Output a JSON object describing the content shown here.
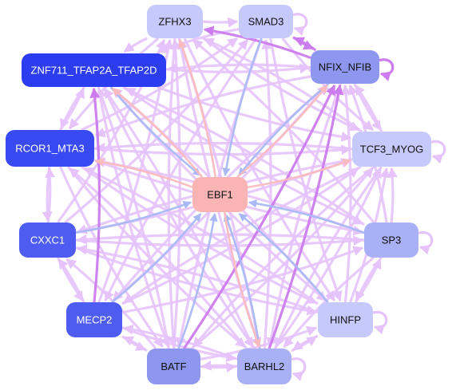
{
  "colors": {
    "edge_default": "#e6c3fb",
    "edge_strong": "#cc7cee",
    "edge_blue": "#a9b9f4",
    "edge_pink": "#fbbbbe",
    "text_dark": "#111111",
    "text_light": "#ffffff"
  },
  "nodes": [
    {
      "id": "ZFHX3",
      "label": "ZFHX3",
      "fill": "#c6c9fb",
      "text": "dark"
    },
    {
      "id": "SMAD3",
      "label": "SMAD3",
      "fill": "#c6c9fb",
      "text": "dark"
    },
    {
      "id": "ZNF711",
      "label": "ZNF711_TFAP2A_TFAP2D",
      "fill": "#2c3cf0",
      "text": "light"
    },
    {
      "id": "NFIX",
      "label": "NFIX_NFIB",
      "fill": "#8e97ef",
      "text": "dark"
    },
    {
      "id": "RCOR1",
      "label": "RCOR1_MTA3",
      "fill": "#3a4af2",
      "text": "light"
    },
    {
      "id": "TCF3",
      "label": "TCF3_MYOG",
      "fill": "#c6c9fb",
      "text": "dark"
    },
    {
      "id": "EBF1",
      "label": "EBF1",
      "fill": "#fbb4b4",
      "text": "dark"
    },
    {
      "id": "CXXC1",
      "label": "CXXC1",
      "fill": "#4f5cf2",
      "text": "light"
    },
    {
      "id": "SP3",
      "label": "SP3",
      "fill": "#a9b0f6",
      "text": "dark"
    },
    {
      "id": "MECP2",
      "label": "MECP2",
      "fill": "#4f5cf2",
      "text": "light"
    },
    {
      "id": "HINFP",
      "label": "HINFP",
      "fill": "#c6c9fb",
      "text": "dark"
    },
    {
      "id": "BATF",
      "label": "BATF",
      "fill": "#8e97ef",
      "text": "dark"
    },
    {
      "id": "BARHL2",
      "label": "BARHL2",
      "fill": "#a9b0f6",
      "text": "dark"
    }
  ],
  "edges": [
    {
      "from": "EBF1",
      "to": "ZFHX3",
      "kind": "pink"
    },
    {
      "from": "EBF1",
      "to": "ZNF711",
      "kind": "pink"
    },
    {
      "from": "EBF1",
      "to": "RCOR1",
      "kind": "pink"
    },
    {
      "from": "EBF1",
      "to": "NFIX",
      "kind": "pink"
    },
    {
      "from": "EBF1",
      "to": "TCF3",
      "kind": "pink"
    },
    {
      "from": "EBF1",
      "to": "BARHL2",
      "kind": "pink"
    },
    {
      "from": "ZNF711",
      "to": "EBF1",
      "kind": "blue"
    },
    {
      "from": "SMAD3",
      "to": "EBF1",
      "kind": "blue"
    },
    {
      "from": "NFIX",
      "to": "EBF1",
      "kind": "blue"
    },
    {
      "from": "CXXC1",
      "to": "EBF1",
      "kind": "blue"
    },
    {
      "from": "MECP2",
      "to": "EBF1",
      "kind": "blue"
    },
    {
      "from": "BATF",
      "to": "EBF1",
      "kind": "blue"
    },
    {
      "from": "BARHL2",
      "to": "EBF1",
      "kind": "blue"
    },
    {
      "from": "SP3",
      "to": "EBF1",
      "kind": "blue"
    },
    {
      "from": "HINFP",
      "to": "EBF1",
      "kind": "blue"
    },
    {
      "from": "NFIX",
      "to": "ZFHX3",
      "kind": "strong"
    },
    {
      "from": "BATF",
      "to": "NFIX",
      "kind": "strong"
    },
    {
      "from": "BARHL2",
      "to": "NFIX",
      "kind": "strong"
    },
    {
      "from": "SMAD3",
      "to": "NFIX",
      "kind": "strong"
    },
    {
      "from": "NFIX",
      "to": "SMAD3",
      "kind": "strong"
    },
    {
      "from": "MECP2",
      "to": "ZNF711",
      "kind": "strong"
    },
    {
      "from": "ZFHX3",
      "to": "ZNF711",
      "kind": "default"
    },
    {
      "from": "ZFHX3",
      "to": "RCOR1",
      "kind": "default"
    },
    {
      "from": "ZFHX3",
      "to": "TCF3",
      "kind": "default"
    },
    {
      "from": "ZFHX3",
      "to": "HINFP",
      "kind": "default"
    },
    {
      "from": "ZFHX3",
      "to": "BATF",
      "kind": "default"
    },
    {
      "from": "ZFHX3",
      "to": "BARHL2",
      "kind": "default"
    },
    {
      "from": "ZFHX3",
      "to": "SMAD3",
      "kind": "default"
    },
    {
      "from": "SMAD3",
      "to": "ZNF711",
      "kind": "default"
    },
    {
      "from": "SMAD3",
      "to": "TCF3",
      "kind": "default"
    },
    {
      "from": "SMAD3",
      "to": "BATF",
      "kind": "default"
    },
    {
      "from": "SMAD3",
      "to": "MECP2",
      "kind": "default"
    },
    {
      "from": "SMAD3",
      "to": "HINFP",
      "kind": "default"
    },
    {
      "from": "ZNF711",
      "to": "RCOR1",
      "kind": "default"
    },
    {
      "from": "RCOR1",
      "to": "ZNF711",
      "kind": "default"
    },
    {
      "from": "ZNF711",
      "to": "TCF3",
      "kind": "default"
    },
    {
      "from": "ZNF711",
      "to": "HINFP",
      "kind": "default"
    },
    {
      "from": "ZNF711",
      "to": "BARHL2",
      "kind": "default"
    },
    {
      "from": "ZNF711",
      "to": "BATF",
      "kind": "default"
    },
    {
      "from": "ZNF711",
      "to": "SP3",
      "kind": "default"
    },
    {
      "from": "ZNF711",
      "to": "NFIX",
      "kind": "default"
    },
    {
      "from": "NFIX",
      "to": "TCF3",
      "kind": "default"
    },
    {
      "from": "NFIX",
      "to": "RCOR1",
      "kind": "default"
    },
    {
      "from": "NFIX",
      "to": "MECP2",
      "kind": "default"
    },
    {
      "from": "NFIX",
      "to": "BARHL2",
      "kind": "default"
    },
    {
      "from": "NFIX",
      "to": "ZNF711",
      "kind": "default"
    },
    {
      "from": "RCOR1",
      "to": "TCF3",
      "kind": "default"
    },
    {
      "from": "RCOR1",
      "to": "CXXC1",
      "kind": "default"
    },
    {
      "from": "CXXC1",
      "to": "RCOR1",
      "kind": "default"
    },
    {
      "from": "RCOR1",
      "to": "HINFP",
      "kind": "default"
    },
    {
      "from": "RCOR1",
      "to": "BARHL2",
      "kind": "default"
    },
    {
      "from": "RCOR1",
      "to": "BATF",
      "kind": "default"
    },
    {
      "from": "RCOR1",
      "to": "SP3",
      "kind": "default"
    },
    {
      "from": "RCOR1",
      "to": "SMAD3",
      "kind": "default"
    },
    {
      "from": "TCF3",
      "to": "RCOR1",
      "kind": "default"
    },
    {
      "from": "TCF3",
      "to": "ZFHX3",
      "kind": "default"
    },
    {
      "from": "TCF3",
      "to": "CXXC1",
      "kind": "default"
    },
    {
      "from": "TCF3",
      "to": "MECP2",
      "kind": "default"
    },
    {
      "from": "TCF3",
      "to": "BARHL2",
      "kind": "default"
    },
    {
      "from": "TCF3",
      "to": "BATF",
      "kind": "default"
    },
    {
      "from": "TCF3",
      "to": "NFIX",
      "kind": "default"
    },
    {
      "from": "CXXC1",
      "to": "TCF3",
      "kind": "default"
    },
    {
      "from": "CXXC1",
      "to": "MECP2",
      "kind": "default"
    },
    {
      "from": "CXXC1",
      "to": "HINFP",
      "kind": "default"
    },
    {
      "from": "CXXC1",
      "to": "ZFHX3",
      "kind": "default"
    },
    {
      "from": "CXXC1",
      "to": "SMAD3",
      "kind": "default"
    },
    {
      "from": "CXXC1",
      "to": "SP3",
      "kind": "default"
    },
    {
      "from": "MECP2",
      "to": "CXXC1",
      "kind": "default"
    },
    {
      "from": "MECP2",
      "to": "BATF",
      "kind": "default"
    },
    {
      "from": "MECP2",
      "to": "BARHL2",
      "kind": "default"
    },
    {
      "from": "MECP2",
      "to": "TCF3",
      "kind": "default"
    },
    {
      "from": "MECP2",
      "to": "ZFHX3",
      "kind": "default"
    },
    {
      "from": "MECP2",
      "to": "NFIX",
      "kind": "default"
    },
    {
      "from": "MECP2",
      "to": "SP3",
      "kind": "default"
    },
    {
      "from": "SP3",
      "to": "TCF3",
      "kind": "default"
    },
    {
      "from": "SP3",
      "to": "HINFP",
      "kind": "default"
    },
    {
      "from": "SP3",
      "to": "ZFHX3",
      "kind": "default"
    },
    {
      "from": "SP3",
      "to": "RCOR1",
      "kind": "default"
    },
    {
      "from": "SP3",
      "to": "CXXC1",
      "kind": "default"
    },
    {
      "from": "SP3",
      "to": "NFIX",
      "kind": "default"
    },
    {
      "from": "SP3",
      "to": "BARHL2",
      "kind": "default"
    },
    {
      "from": "SP3",
      "to": "ZNF711",
      "kind": "default"
    },
    {
      "from": "HINFP",
      "to": "SP3",
      "kind": "default"
    },
    {
      "from": "HINFP",
      "to": "BARHL2",
      "kind": "default"
    },
    {
      "from": "HINFP",
      "to": "TCF3",
      "kind": "default"
    },
    {
      "from": "HINFP",
      "to": "NFIX",
      "kind": "default"
    },
    {
      "from": "HINFP",
      "to": "ZNF711",
      "kind": "default"
    },
    {
      "from": "HINFP",
      "to": "RCOR1",
      "kind": "default"
    },
    {
      "from": "HINFP",
      "to": "CXXC1",
      "kind": "default"
    },
    {
      "from": "BATF",
      "to": "BARHL2",
      "kind": "default"
    },
    {
      "from": "BATF",
      "to": "MECP2",
      "kind": "default"
    },
    {
      "from": "BATF",
      "to": "ZFHX3",
      "kind": "default"
    },
    {
      "from": "BATF",
      "to": "ZNF711",
      "kind": "default"
    },
    {
      "from": "BATF",
      "to": "CXXC1",
      "kind": "default"
    },
    {
      "from": "BATF",
      "to": "TCF3",
      "kind": "default"
    },
    {
      "from": "BATF",
      "to": "HINFP",
      "kind": "default"
    },
    {
      "from": "BARHL2",
      "to": "BATF",
      "kind": "default"
    },
    {
      "from": "BARHL2",
      "to": "HINFP",
      "kind": "default"
    },
    {
      "from": "BARHL2",
      "to": "ZFHX3",
      "kind": "default"
    },
    {
      "from": "BARHL2",
      "to": "ZNF711",
      "kind": "default"
    },
    {
      "from": "BARHL2",
      "to": "RCOR1",
      "kind": "default"
    },
    {
      "from": "BARHL2",
      "to": "MECP2",
      "kind": "default"
    },
    {
      "from": "BARHL2",
      "to": "SMAD3",
      "kind": "default"
    },
    {
      "from": "BARHL2",
      "to": "TCF3",
      "kind": "default"
    }
  ],
  "self_loops": [
    {
      "node": "NFIX",
      "side": "right",
      "kind": "strong"
    },
    {
      "node": "SMAD3",
      "side": "right",
      "kind": "default"
    },
    {
      "node": "TCF3",
      "side": "right",
      "kind": "default"
    },
    {
      "node": "SP3",
      "side": "right",
      "kind": "default"
    },
    {
      "node": "HINFP",
      "side": "right",
      "kind": "default"
    },
    {
      "node": "BARHL2",
      "side": "right",
      "kind": "default"
    }
  ]
}
